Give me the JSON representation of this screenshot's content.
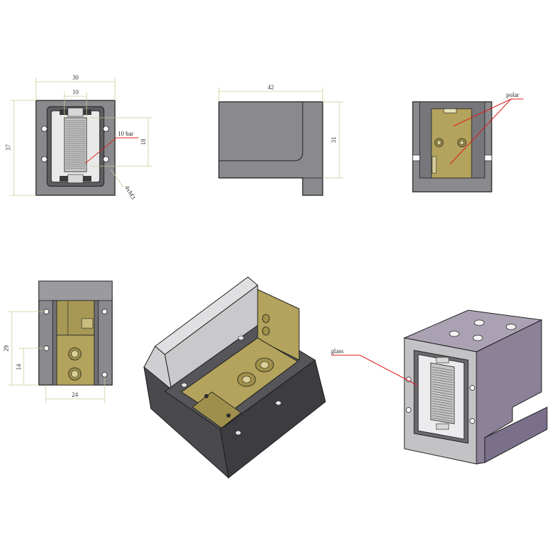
{
  "colors": {
    "body_gray": "#8a8a8e",
    "body_dark": "#57575b",
    "body_light": "#b9b9bd",
    "side_purple": "#8c8197",
    "brass": "#b3a35c",
    "brass_dark": "#7e7138",
    "dim_line": "#c8cc8e",
    "leader_red": "#e01b1b",
    "outline": "#1c1c1c"
  },
  "views": {
    "front": {
      "dim_width": "30",
      "dim_inner_width": "10",
      "dim_height": "37",
      "dim_window": "18",
      "bar_label": "10 bar",
      "thread_label": "4xM3"
    },
    "top": {
      "dim_width": "42",
      "dim_height": "31"
    },
    "side": {
      "polar_label": "polar"
    },
    "back": {
      "dim_29": "29",
      "dim_14": "14",
      "dim_24": "24"
    },
    "iso_right": {
      "glass_label": "glass"
    }
  },
  "icons": {
    "hole": "mounting-hole-icon",
    "cooling_port": "cooling-port-icon"
  }
}
